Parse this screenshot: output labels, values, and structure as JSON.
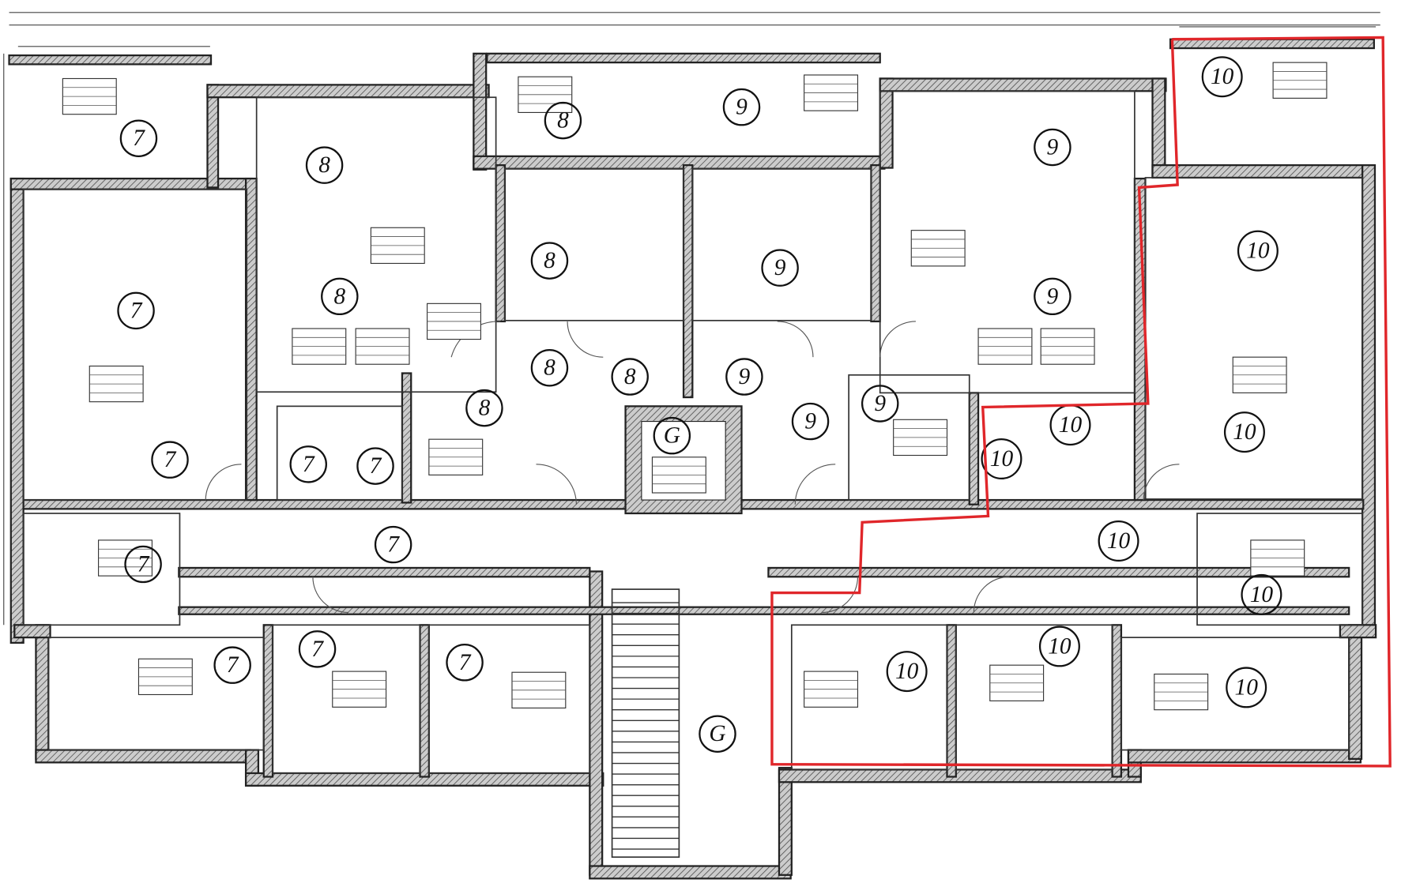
{
  "plan": {
    "room_labels": [
      "7",
      "7",
      "7",
      "7",
      "7",
      "7",
      "7",
      "7",
      "7",
      "7",
      "8",
      "8",
      "8",
      "8",
      "8",
      "8",
      "8",
      "9",
      "9",
      "9",
      "9",
      "9",
      "9",
      "9",
      "10",
      "10",
      "10",
      "10",
      "10",
      "10",
      "10",
      "10",
      "10",
      "10",
      "G",
      "G"
    ],
    "highlight_color": "#e0262a",
    "highlighted_unit": "10"
  }
}
